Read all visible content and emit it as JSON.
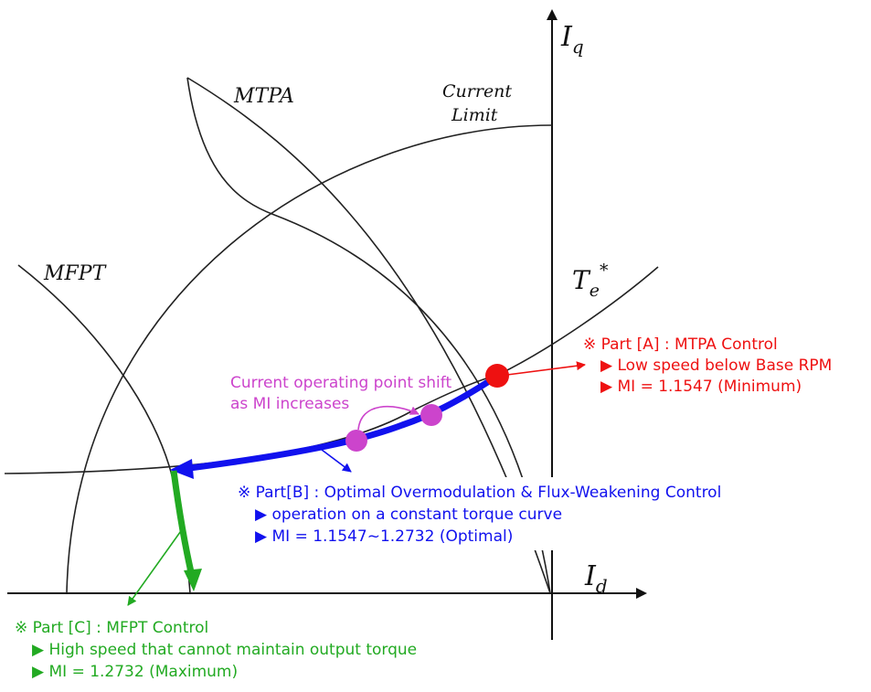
{
  "axes": {
    "iq": {
      "base": "I",
      "sub": "q"
    },
    "id": {
      "base": "I",
      "sub": "d"
    }
  },
  "curves": {
    "mtpa": "MTPA",
    "mfpt": "MFPT",
    "current_limit": [
      "Current",
      "Limit"
    ],
    "torque": {
      "base": "T",
      "sub": "e",
      "sup": "*"
    }
  },
  "shift_note": {
    "lines": [
      "Current operating point shift",
      "as MI increases"
    ],
    "color": "#cc44cc"
  },
  "part_a": {
    "color": "#ee1111",
    "title": "※ Part [A] : MTPA Control",
    "items": [
      "▶ Low speed below Base RPM",
      "▶ MI = 1.1547 (Minimum)"
    ]
  },
  "part_b": {
    "color": "#1111ee",
    "title": "※ Part[B] : Optimal Overmodulation & Flux-Weakening Control",
    "items": [
      "▶ operation on a constant torque curve",
      "▶ MI = 1.1547~1.2732 (Optimal)"
    ]
  },
  "part_c": {
    "color": "#22aa22",
    "title": "※ Part [C] : MFPT Control",
    "items": [
      "▶ High speed that cannot maintain output torque",
      "▶ MI = 1.2732 (Maximum)"
    ]
  }
}
